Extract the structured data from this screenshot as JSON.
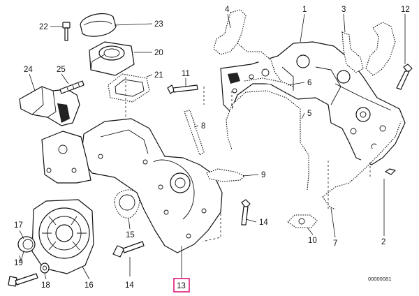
{
  "diagram": {
    "highlight_color": "#e0157a",
    "reference_code": "00000081",
    "callouts": {
      "c1": "1",
      "c2": "2",
      "c3": "3",
      "c4": "4",
      "c5": "5",
      "c6": "6",
      "c7": "7",
      "c8": "8",
      "c9": "9",
      "c10": "10",
      "c11": "11",
      "c12": "12",
      "c13": "13",
      "c14a": "14",
      "c14b": "14",
      "c15": "15",
      "c16": "16",
      "c17": "17",
      "c18": "18",
      "c19": "19",
      "c20": "20",
      "c21": "21",
      "c22": "22",
      "c23": "23",
      "c24": "24",
      "c25": "25"
    }
  }
}
